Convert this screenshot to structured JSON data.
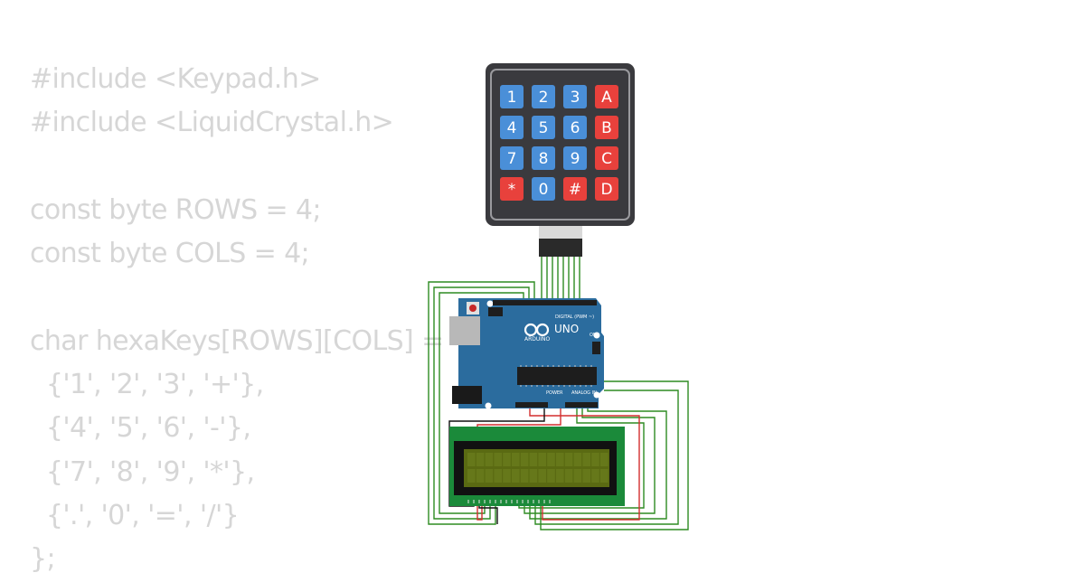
{
  "code_lines": [
    "#include <Keypad.h>",
    "#include <LiquidCrystal.h>",
    "",
    "const byte ROWS = 4;",
    "const byte COLS = 4;",
    "",
    "char hexaKeys[ROWS][COLS] = {",
    "  {'1', '2', '3', '+'},",
    "  {'4', '5', '6', '-'},",
    "  {'7', '8', '9', '*'},",
    "  {'.', '0', '=', '/'}",
    "};"
  ],
  "keypad": {
    "keys": [
      [
        "1",
        "2",
        "3",
        "A"
      ],
      [
        "4",
        "5",
        "6",
        "B"
      ],
      [
        "7",
        "8",
        "9",
        "C"
      ],
      [
        "*",
        "0",
        "#",
        "D"
      ]
    ],
    "numeric_color": "#4a8fd8",
    "function_color": "#e8413c"
  },
  "arduino": {
    "brand": "ARDUINO",
    "model": "UNO",
    "digital_label": "DIGITAL (PWM ~)",
    "power_label": "POWER",
    "analog_label": "ANALOG IN",
    "on_label": "ON",
    "board_color": "#2b6c9e"
  },
  "lcd": {
    "pcb_color": "#1b8a3a",
    "screen_color": "#5a6a12"
  },
  "wire_colors": {
    "signal": "#2e8b22",
    "power": "#d32f2f",
    "ground": "#111111"
  }
}
